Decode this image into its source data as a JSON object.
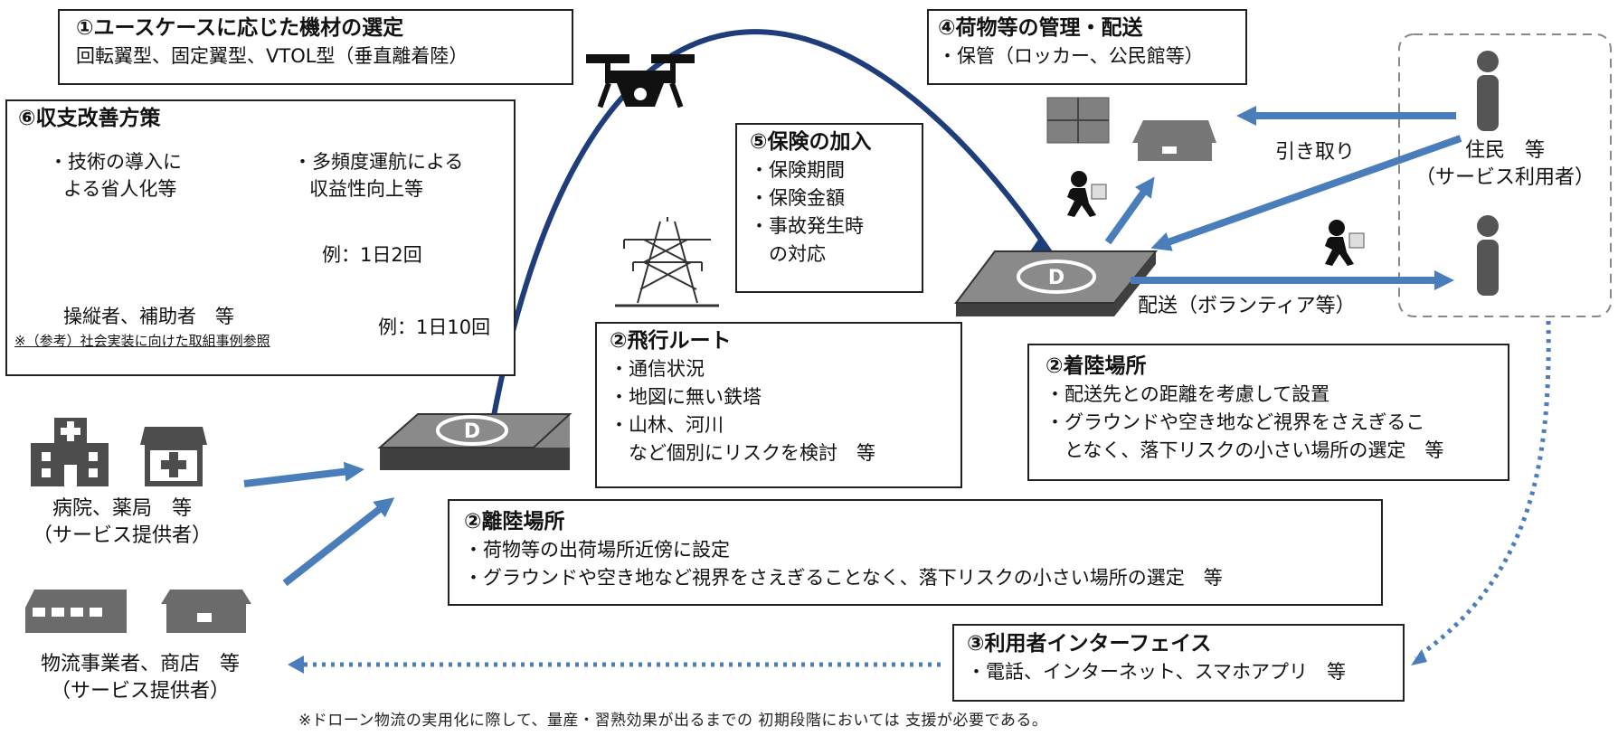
{
  "box1": {
    "title": "①ユースケースに応じた機材の選定",
    "lines": [
      "回転翼型、固定翼型、VTOL型（垂直離着陸）"
    ]
  },
  "box4": {
    "title": "④荷物等の管理・配送",
    "lines": [
      "・保管（ロッカー、公民館等）"
    ]
  },
  "box5": {
    "title": "⑤保険の加入",
    "lines": [
      "・保険期間",
      "・保険金額",
      "・事故発生時",
      "　の対応"
    ]
  },
  "box6": {
    "title": "⑥収支改善方策",
    "left": [
      "・技術の導入に",
      "よる省人化等"
    ],
    "right": [
      "・多頻度運航による",
      "収益性向上等"
    ],
    "ex1": "例：1日2回",
    "ex2": "例：1日10回",
    "operators": "操縦者、補助者　等",
    "note": "※（参考）社会実装に向けた取組事例参照"
  },
  "route": {
    "title": "②飛行ルート",
    "lines": [
      "・通信状況",
      "・地図に無い鉄塔",
      "・山林、河川",
      "　など個別にリスクを検討　等"
    ]
  },
  "landing": {
    "title": "②着陸場所",
    "lines": [
      "・配送先との距離を考慮して設置",
      "・グラウンドや空き地など視界をさえぎるこ",
      "　となく、落下リスクの小さい場所の選定　等"
    ]
  },
  "takeoff": {
    "title": "②離陸場所",
    "lines": [
      "・荷物等の出荷場所近傍に設定",
      "・グラウンドや空き地など視界をさえぎることなく、落下リスクの小さい場所の選定　等"
    ]
  },
  "interface": {
    "title": "③利用者インターフェイス",
    "lines": [
      "・電話、インターネット、スマホアプリ　等"
    ]
  },
  "labels": {
    "hospital": [
      "病院、薬局　等",
      "（サービス提供者）"
    ],
    "logistics": [
      "物流事業者、商店　等",
      "（サービス提供者）"
    ],
    "residents": [
      "住民　等",
      "（サービス利用者）"
    ],
    "pickup": "引き取り",
    "delivery": "配送（ボランティア等）",
    "pad": "D"
  },
  "footer": "※ドローン物流の実用化に際して、量産・習熟効果が出るまでの 初期段階においては 支援が必要である。",
  "colors": {
    "arrow": "#4a7ebb",
    "red": "#ee1111",
    "icon": "#555555",
    "pad_top": "#7f7f7f",
    "pad_side": "#404040"
  },
  "icons": [
    "drone-icon",
    "hospital-icon",
    "pharmacy-icon",
    "warehouse-icon",
    "shop-icon",
    "pylon-icon",
    "locker-icon",
    "courier-icon",
    "resident-icon",
    "person-icon"
  ]
}
